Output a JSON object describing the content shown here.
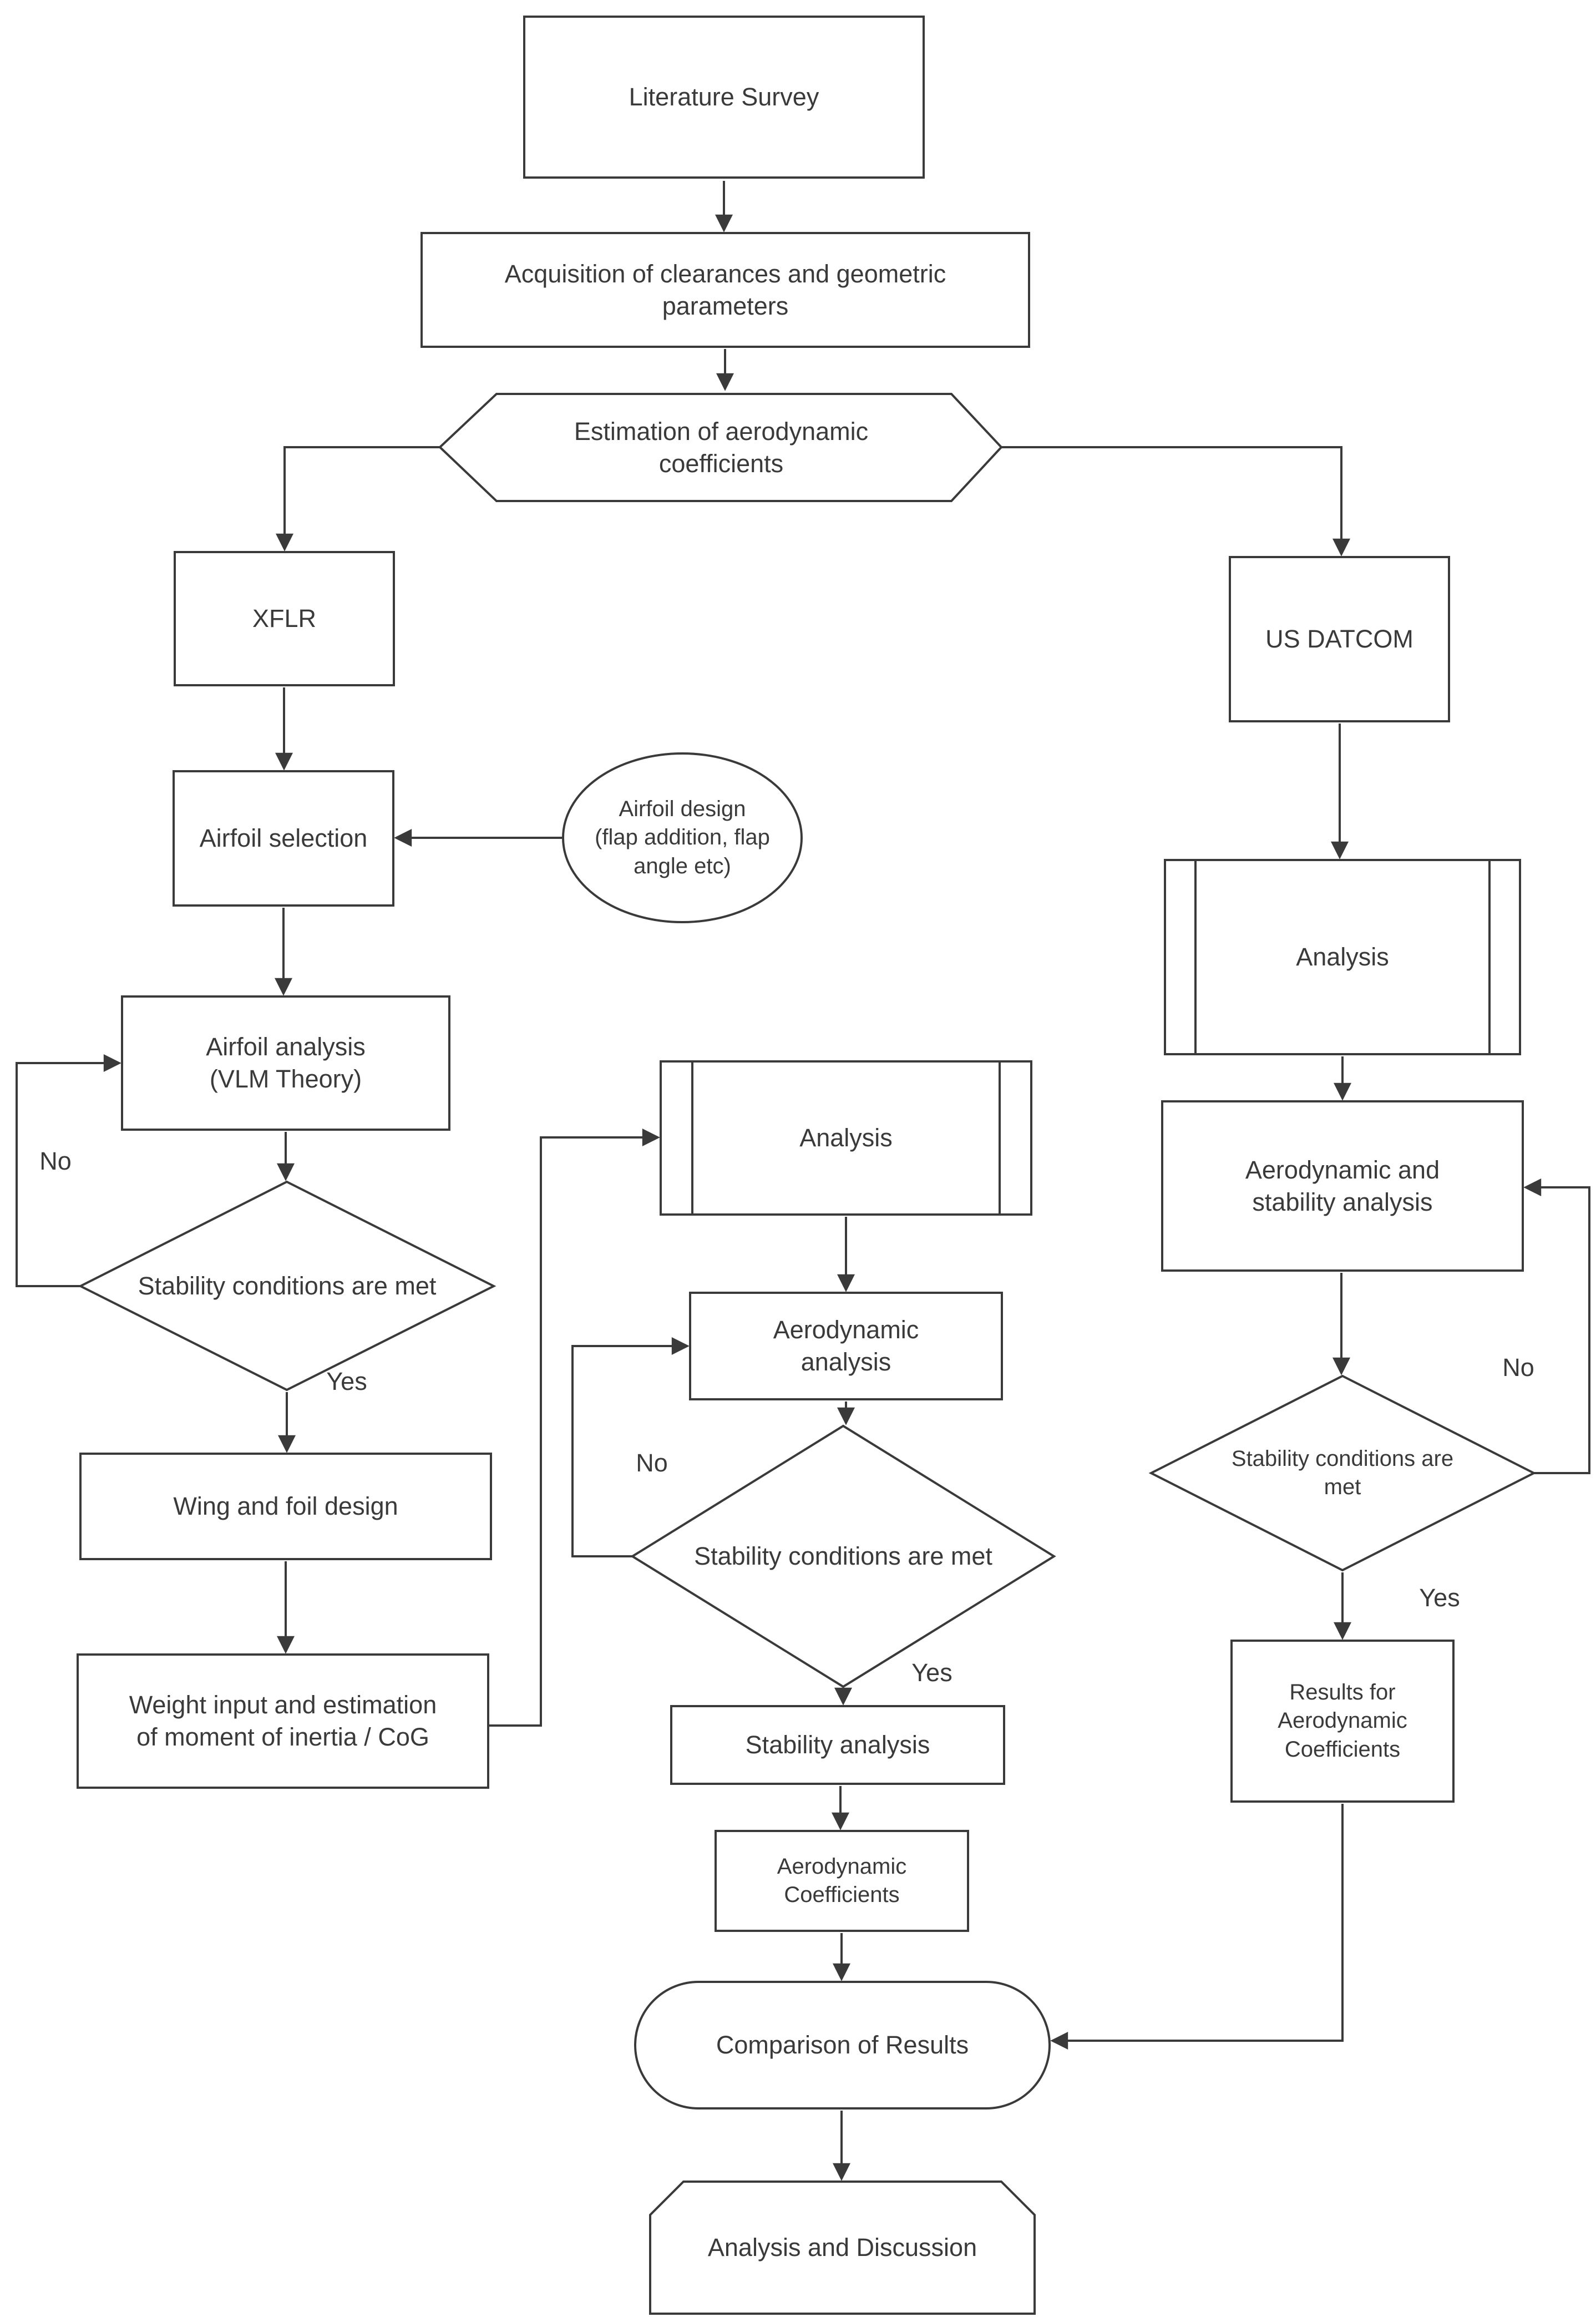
{
  "colors": {
    "line": "#3a3a3a",
    "text": "#3a3a3a",
    "background": "#ffffff"
  },
  "nodes": {
    "literature_survey": {
      "shape": "rectangle",
      "label": "Literature Survey"
    },
    "acquisition": {
      "shape": "rectangle",
      "label": "Acquisition of clearances and geometric\nparameters"
    },
    "estimation": {
      "shape": "hexagon",
      "label": "Estimation of aerodynamic\ncoefficients"
    },
    "xflr": {
      "shape": "rectangle",
      "label": "XFLR"
    },
    "us_datcom": {
      "shape": "rectangle",
      "label": "US DATCOM"
    },
    "airfoil_selection": {
      "shape": "rectangle",
      "label": "Airfoil selection"
    },
    "airfoil_design": {
      "shape": "circle",
      "label": "Airfoil design\n(flap addition, flap\nangle etc)"
    },
    "airfoil_analysis": {
      "shape": "rectangle",
      "label": "Airfoil analysis\n(VLM Theory)"
    },
    "stability_check_left": {
      "shape": "diamond",
      "label": "Stability conditions are met"
    },
    "wing_foil_design": {
      "shape": "rectangle",
      "label": "Wing and foil design"
    },
    "weight_input": {
      "shape": "rectangle",
      "label": "Weight input and estimation\nof moment of inertia / CoG"
    },
    "analysis_mid": {
      "shape": "predefined-process",
      "label": "Analysis"
    },
    "aerodynamic_analysis": {
      "shape": "rectangle",
      "label": "Aerodynamic\nanalysis"
    },
    "stability_check_mid": {
      "shape": "diamond",
      "label": "Stability conditions are met"
    },
    "stability_analysis": {
      "shape": "rectangle",
      "label": "Stability analysis"
    },
    "aerodynamic_coefficients": {
      "shape": "rectangle",
      "label": "Aerodynamic\nCoefficients"
    },
    "comparison_results": {
      "shape": "rounded-rectangle",
      "label": "Comparison of Results"
    },
    "analysis_discussion": {
      "shape": "chamfered-rectangle",
      "label": "Analysis and Discussion"
    },
    "analysis_right": {
      "shape": "predefined-process",
      "label": "Analysis"
    },
    "aero_stability_analysis": {
      "shape": "rectangle",
      "label": "Aerodynamic and\nstability analysis"
    },
    "stability_check_right": {
      "shape": "diamond",
      "label": "Stability conditions are\nmet"
    },
    "results_coefficients": {
      "shape": "rectangle",
      "label": "Results for\nAerodynamic\nCoefficients"
    }
  },
  "edge_labels": {
    "left_no": "No",
    "left_yes": "Yes",
    "mid_no": "No",
    "mid_yes": "Yes",
    "right_no": "No",
    "right_yes": "Yes"
  },
  "edges": [
    {
      "from": "literature_survey",
      "to": "acquisition"
    },
    {
      "from": "acquisition",
      "to": "estimation"
    },
    {
      "from": "estimation",
      "to": "xflr"
    },
    {
      "from": "estimation",
      "to": "us_datcom"
    },
    {
      "from": "xflr",
      "to": "airfoil_selection"
    },
    {
      "from": "airfoil_design",
      "to": "airfoil_selection"
    },
    {
      "from": "airfoil_selection",
      "to": "airfoil_analysis"
    },
    {
      "from": "airfoil_analysis",
      "to": "stability_check_left"
    },
    {
      "from": "stability_check_left",
      "to": "airfoil_analysis",
      "label": "No"
    },
    {
      "from": "stability_check_left",
      "to": "wing_foil_design",
      "label": "Yes"
    },
    {
      "from": "wing_foil_design",
      "to": "weight_input"
    },
    {
      "from": "weight_input",
      "to": "analysis_mid"
    },
    {
      "from": "analysis_mid",
      "to": "aerodynamic_analysis"
    },
    {
      "from": "aerodynamic_analysis",
      "to": "stability_check_mid"
    },
    {
      "from": "stability_check_mid",
      "to": "aerodynamic_analysis",
      "label": "No"
    },
    {
      "from": "stability_check_mid",
      "to": "stability_analysis",
      "label": "Yes"
    },
    {
      "from": "stability_analysis",
      "to": "aerodynamic_coefficients"
    },
    {
      "from": "aerodynamic_coefficients",
      "to": "comparison_results"
    },
    {
      "from": "comparison_results",
      "to": "analysis_discussion"
    },
    {
      "from": "us_datcom",
      "to": "analysis_right"
    },
    {
      "from": "analysis_right",
      "to": "aero_stability_analysis"
    },
    {
      "from": "aero_stability_analysis",
      "to": "stability_check_right"
    },
    {
      "from": "stability_check_right",
      "to": "aero_stability_analysis",
      "label": "No"
    },
    {
      "from": "stability_check_right",
      "to": "results_coefficients",
      "label": "Yes"
    },
    {
      "from": "results_coefficients",
      "to": "comparison_results"
    }
  ]
}
